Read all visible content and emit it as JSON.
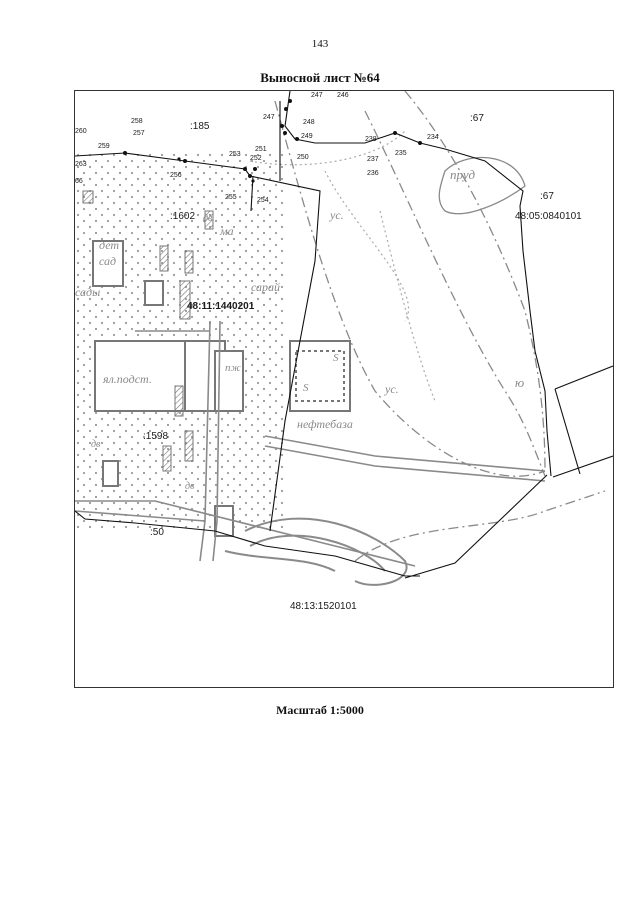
{
  "page_number": "143",
  "title": "Выносной лист №64",
  "scale": "Масштаб 1:5000",
  "map": {
    "parcels": [
      ":185",
      ":67",
      ":67",
      "48:05:0840101",
      "48:11:1440201",
      ":1602",
      ":1598",
      ":50",
      "48:13:1520101"
    ],
    "points": [
      "260",
      "263",
      "259",
      "258",
      "257",
      "256",
      "247",
      "247",
      "246",
      "248",
      "249",
      "251",
      "252",
      "253",
      "250",
      "255",
      "254",
      "238",
      "235",
      "234",
      "237",
      "236",
      "66"
    ],
    "terrain_labels": [
      "пруд",
      "ус.",
      "ус.",
      "нефтебаза",
      "сарай",
      "пж",
      "дет",
      "сад",
      "сады",
      "ял.подст.",
      "ма",
      "дв",
      "дв",
      "дв",
      "S",
      "S",
      "ю"
    ]
  }
}
